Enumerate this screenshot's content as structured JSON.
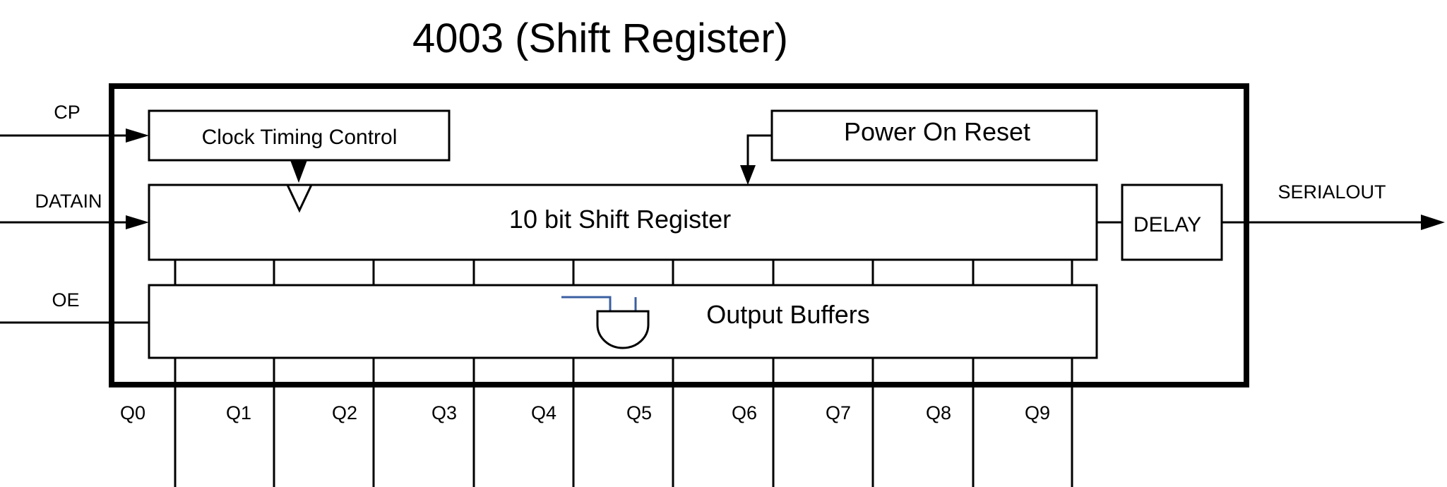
{
  "title": "4003 (Shift Register)",
  "inputs": {
    "cp": "CP",
    "datain": "DATAIN",
    "oe": "OE"
  },
  "output": "SERIALOUT",
  "blocks": {
    "clock_timing_control": "Clock Timing Control",
    "power_on_reset": "Power On Reset",
    "shift_register": "10 bit Shift Register",
    "delay": "DELAY",
    "output_buffers": "Output Buffers"
  },
  "outputs_q": [
    "Q0",
    "Q1",
    "Q2",
    "Q3",
    "Q4",
    "Q5",
    "Q6",
    "Q7",
    "Q8",
    "Q9"
  ],
  "colors": {
    "line": "#000000",
    "gate": "#3b5fa0"
  }
}
